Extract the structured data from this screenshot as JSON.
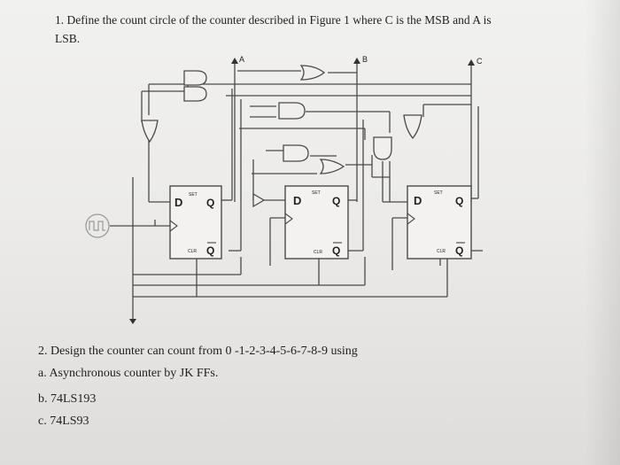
{
  "question1": {
    "line1": "1. Define the count circle of the counter described in Figure 1 where C is the MSB and A is",
    "line2": "LSB."
  },
  "circuit": {
    "output_a": "A",
    "output_b": "B",
    "output_c": "C",
    "ff_d": "D",
    "ff_set": "SET",
    "ff_clr": "CLR",
    "ff_q": "Q"
  },
  "question2": {
    "title": "2. Design the counter can count from 0 -1-2-3-4-5-6-7-8-9 using",
    "option_a": "a. Asynchronous counter by JK FFs.",
    "option_b": "b. 74LS193",
    "option_c": "c. 74LS93"
  }
}
